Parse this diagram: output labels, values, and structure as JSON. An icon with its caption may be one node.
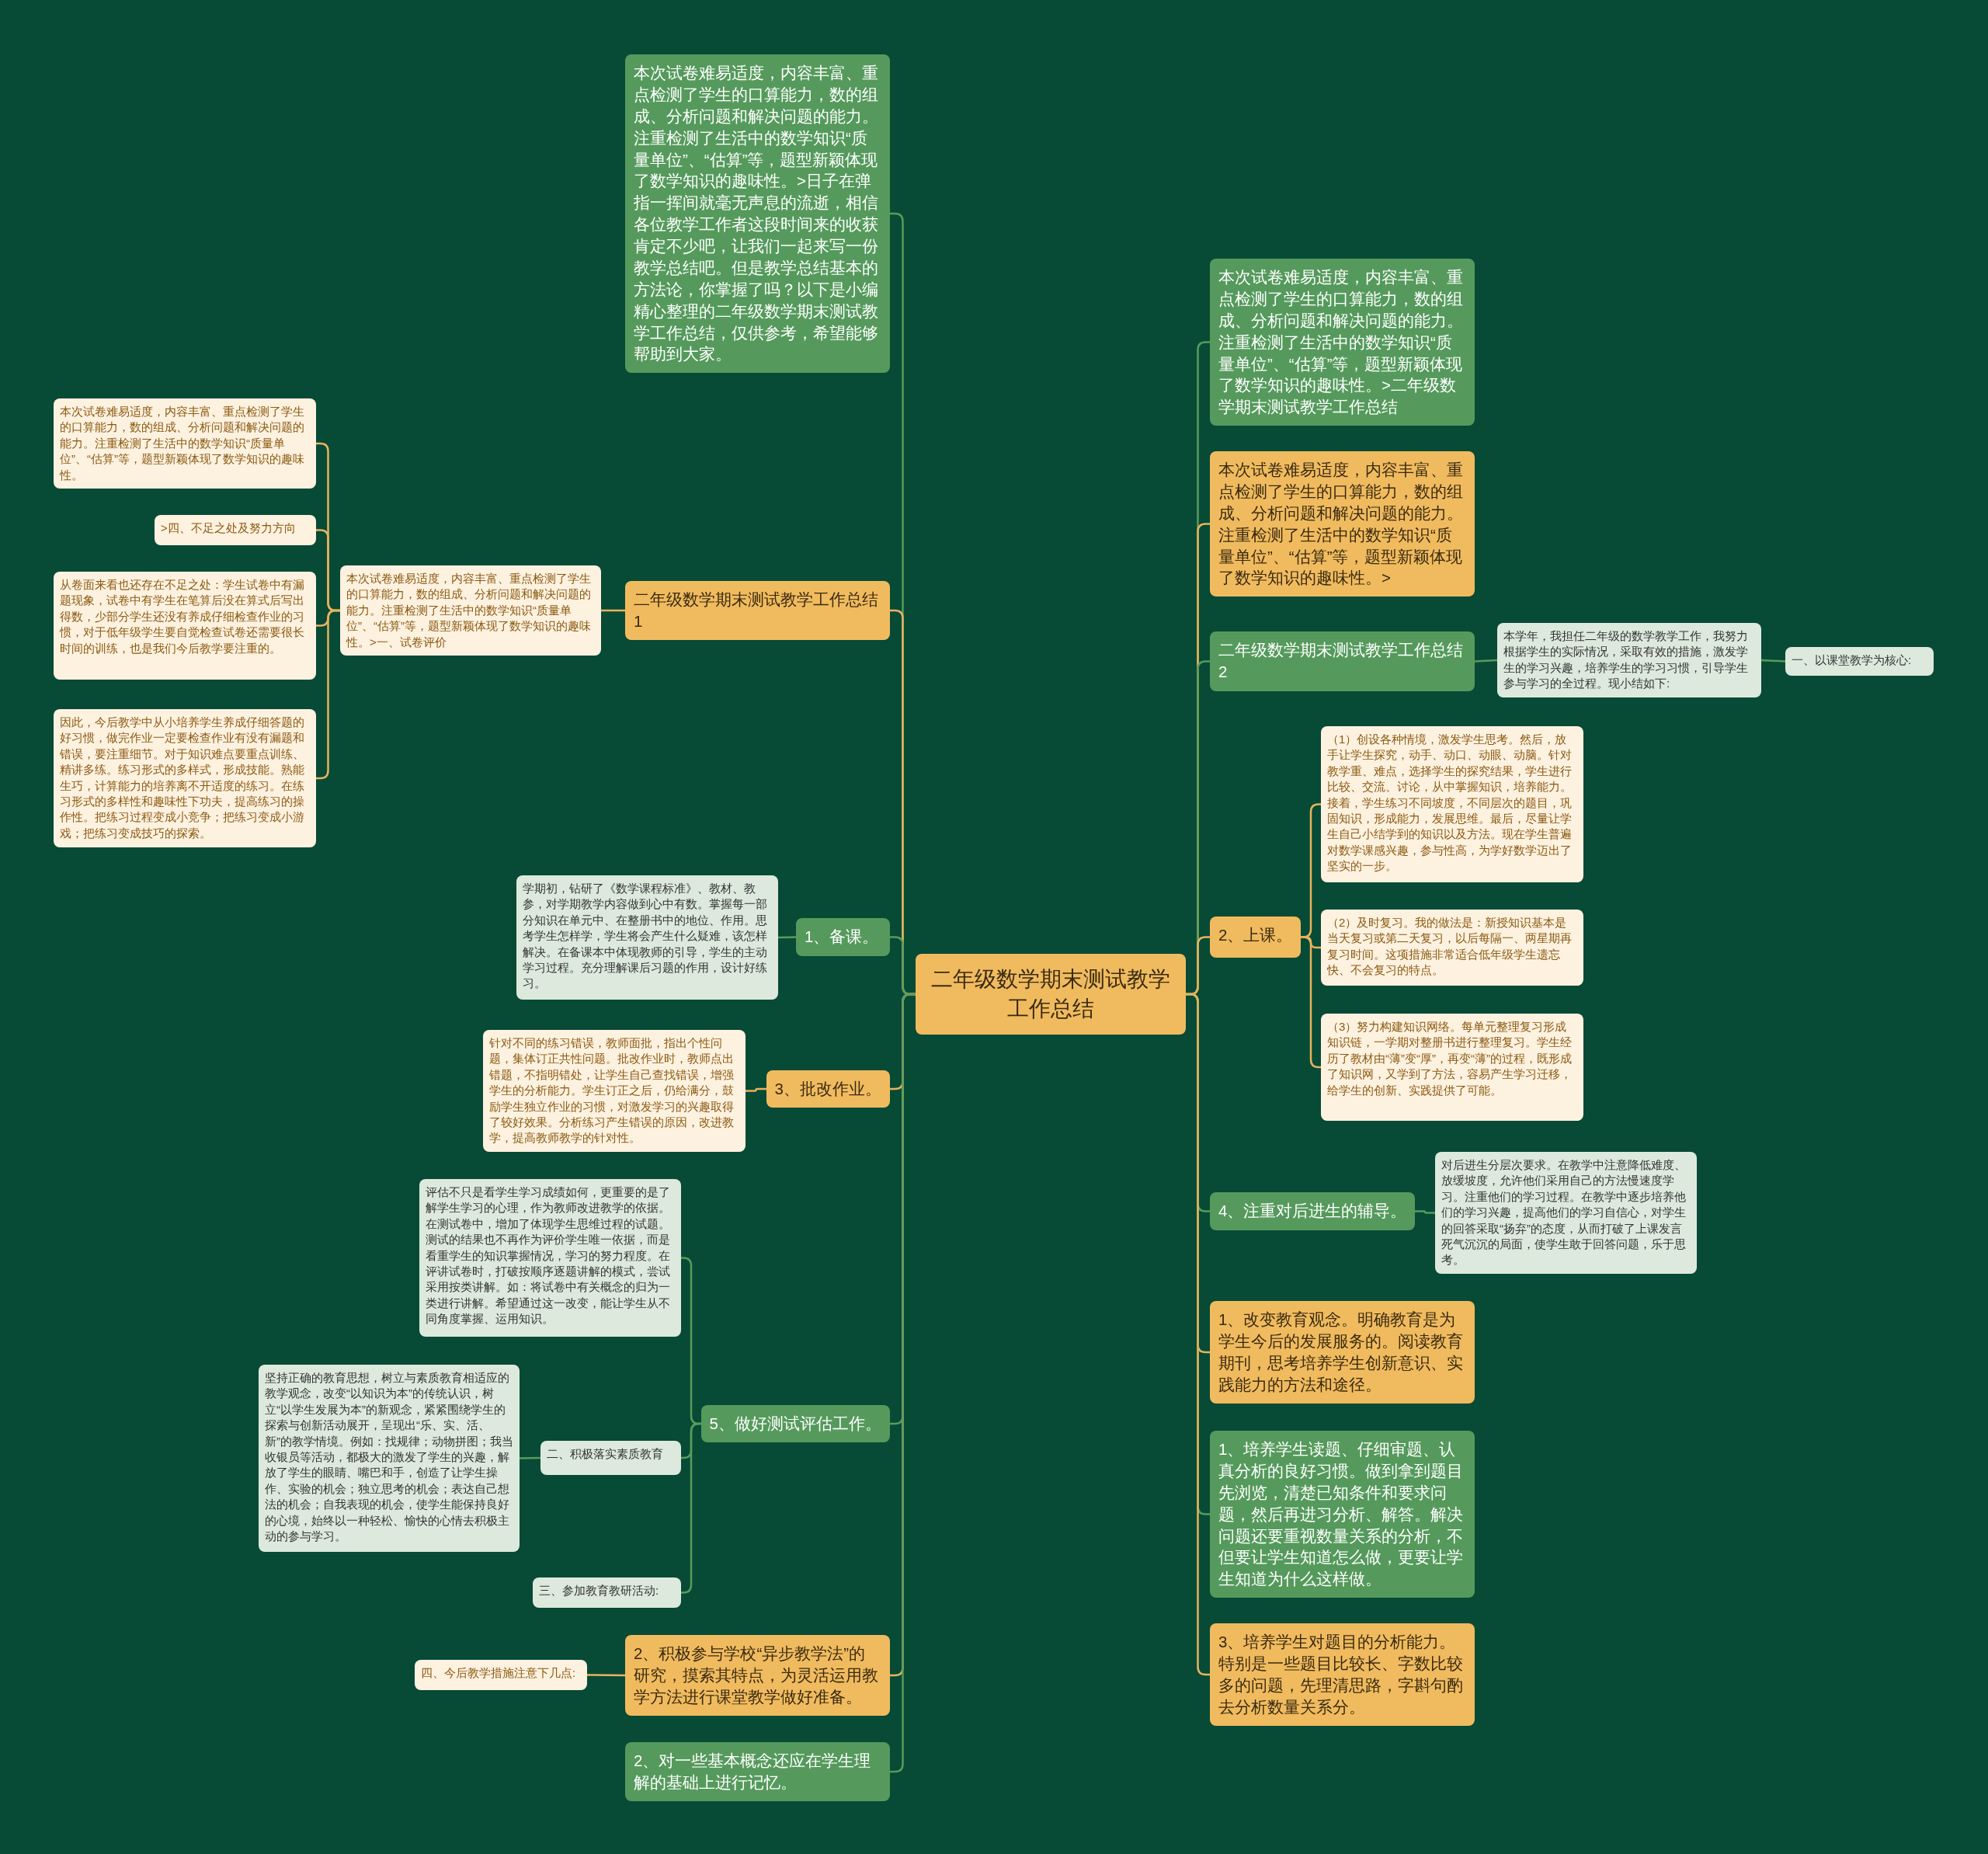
{
  "diagram": {
    "nodes": [
      {
        "text": [
          "二年级数学期末测试教学工作总结"
        ]
      },
      {
        "text": [
          "本次试卷难易适度，内容丰富、重点检测了学生的口算能力，数的组成、分析问题和解决问题的能力。注重检测了生活中的数学知识“质量单位”、“估算”等，题型新颖体现了数学知识的趣味性。>日子在弹指一挥间就毫无声息的流逝，相信各位教学工作者这段时间来的收获肯定不少吧，让我们一起来写一份教学总结吧。但是教学总结基本的方法论，你掌握了吗？以下是小编精心整理的二年级数学期末测试教学工作总结，仅供参考，希望能够帮助到大家。"
        ]
      },
      {
        "text": [
          "二年级数学期末测试教学工作总结1"
        ]
      },
      {
        "text": [
          "本次试卷难易适度，内容丰富、重点检测了学生的口算能力，数的组成、分析问题和解决问题的能力。注重检测了生活中的数学知识“质量单位”、“估算”等，题型新颖体现了数学知识的趣味性。>一、试卷评价"
        ]
      },
      {
        "text": [
          "本次试卷难易适度，内容丰富、重点检测了学生的口算能力，数的组成、分析问题和解决问题的能力。注重检测了生活中的数学知识“质量单位”、“估算”等，题型新颖体现了数学知识的趣味性。"
        ]
      },
      {
        "text": [
          ">四、不足之处及努力方向"
        ]
      },
      {
        "text": [
          "从卷面来看也还存在不足之处：学生试卷中有漏题现象，试卷中有学生在笔算后没在算式后写出得数，少部分学生还没有养成仔细检查作业的习惯，对于低年级学生要自觉检查试卷还需要很长时间的训练，也是我们今后教学要注重的。"
        ]
      },
      {
        "text": [
          "因此，今后教学中从小培养学生养成仔细答题的好习惯，做完作业一定要检查作业有没有漏题和错误，要注重细节。对于知识难点要重点训练、精讲多练。练习形式的多样式，形成技能。熟能生巧，计算能力的培养离不开适度的练习。在练习形式的多样性和趣味性下功夫，提高练习的操作性。把练习过程变成小竞争；把练习变成小游戏；把练习变成技巧的探索。"
        ]
      },
      {
        "text": [
          "1、备课。"
        ]
      },
      {
        "text": [
          "学期初，钻研了《数学课程标准》、教材、教参，对学期教学内容做到心中有数。掌握每一部分知识在单元中、在整册书中的地位、作用。思考学生怎样学，学生将会产生什么疑难，该怎样解决。在备课本中体现教师的引导，学生的主动学习过程。充分理解课后习题的作用，设计好练习。"
        ]
      },
      {
        "text": [
          "3、批改作业。"
        ]
      },
      {
        "text": [
          "针对不同的练习错误，教师面批，指出个性问题，集体订正共性问题。批改作业时，教师点出错题，不指明错处，让学生自己查找错误，增强学生的分析能力。学生订正之后，仍给满分，鼓励学生独立作业的习惯，对激发学习的兴趣取得了较好效果。分析练习产生错误的原因，改进教学，提高教师教学的针对性。"
        ]
      },
      {
        "text": [
          "5、做好测试评估工作。"
        ]
      },
      {
        "text": [
          "评估不只是看学生学习成绩如何，更重要的是了解学生学习的心理，作为教师改进教学的依据。在测试卷中，增加了体现学生思维过程的试题。测试的结果也不再作为评价学生唯一依据，而是看重学生的知识掌握情况，学习的努力程度。在评讲试卷时，打破按顺序逐题讲解的模式，尝试采用按类讲解。如：将试卷中有关概念的归为一类进行讲解。希望通过这一改变，能让学生从不同角度掌握、运用知识。"
        ]
      },
      {
        "text": [
          "二、积极落实素质教育"
        ]
      },
      {
        "text": [
          "坚持正确的教育思想，树立与素质教育相适应的教学观念，改变“以知识为本”的传统认识，树立“以学生发展为本”的新观念，紧紧围绕学生的探索与创新活动展开，呈现出“乐、实、活、新”的教学情境。例如：找规律；动物拼图；我当收银员等活动，都极大的激发了学生的兴趣，解放了学生的眼睛、嘴巴和手，创造了让学生操作、实验的机会；独立思考的机会；表达自己想法的机会；自我表现的机会，使学生能保持良好的心境，始终以一种轻松、愉快的心情去积极主动的参与学习。"
        ]
      },
      {
        "text": [
          "三、参加教育教研活动:"
        ]
      },
      {
        "text": [
          "2、积极参与学校“异步教学法”的研究，摸索其特点，为灵活运用教学方法进行课堂教学做好准备。"
        ]
      },
      {
        "text": [
          "四、今后教学措施注意下几点:"
        ]
      },
      {
        "text": [
          "2、对一些基本概念还应在学生理解的基础上进行记忆。"
        ]
      },
      {
        "text": [
          "本次试卷难易适度，内容丰富、重点检测了学生的口算能力，数的组成、分析问题和解决问题的能力。注重检测了生活中的数学知识“质量单位”、“估算”等，题型新颖体现了数学知识的趣味性。>二年级数学期末测试教学工作总结"
        ]
      },
      {
        "text": [
          "本次试卷难易适度，内容丰富、重点检测了学生的口算能力，数的组成、分析问题和解决问题的能力。注重检测了生活中的数学知识“质量单位”、“估算”等，题型新颖体现了数学知识的趣味性。>"
        ]
      },
      {
        "text": [
          "二年级数学期末测试教学工作总结2"
        ]
      },
      {
        "text": [
          "本学年，我担任二年级的数学教学工作，我努力根据学生的实际情况，采取有效的措施，激发学生的学习兴趣，培养学生的学习习惯，引导学生参与学习的全过程。现小结如下:"
        ]
      },
      {
        "text": [
          "一、以课堂教学为核心:"
        ]
      },
      {
        "text": [
          "2、上课。"
        ]
      },
      {
        "text": [
          "（1）创设各种情境，激发学生思考。然后，放手让学生探究，动手、动口、动眼、动脑。针对教学重、难点，选择学生的探究结果，学生进行比较、交流、讨论，从中掌握知识，培养能力。接着，学生练习不同坡度，不同层次的题目，巩固知识，形成能力，发展思维。最后，尽量让学生自己小结学到的知识以及方法。现在学生普遍对数学课感兴趣，参与性高，为学好数学迈出了坚实的一步。"
        ]
      },
      {
        "text": [
          "（2）及时复习。我的做法是：新授知识基本是当天复习或第二天复习，以后每隔一、两星期再复习时间。这项措施非常适合低年级学生遗忘快、不会复习的特点。"
        ]
      },
      {
        "text": [
          "（3）努力构建知识网络。每单元整理复习形成知识链，一学期对整册书进行整理复习。学生经历了教材由“薄”变“厚”，再变“薄”的过程，既形成了知识网，又学到了方法，容易产生学习迁移，给学生的创新、实践提供了可能。"
        ]
      },
      {
        "text": [
          "4、注重对后进生的辅导。"
        ]
      },
      {
        "text": [
          "对后进生分层次要求。在教学中注意降低难度、放缓坡度，允许他们采用自己的方法慢速度学习。注重他们的学习过程。在教学中逐步培养他们的学习兴趣，提高他们的学习自信心，对学生的回答采取“扬弃”的态度，从而打破了上课发言死气沉沉的局面，使学生敢于回答问题，乐于思考。"
        ]
      },
      {
        "text": [
          "1、改变教育观念。明确教育是为学生今后的发展服务的。阅读教育期刊，思考培养学生创新意识、实践能力的方法和途径。"
        ]
      },
      {
        "text": [
          "1、培养学生读题、仔细审题、认真分析的良好习惯。做到拿到题目先浏览，清楚已知条件和要求问题，然后再进习分析、解答。解决问题还要重视数量关系的分析，不但要让学生知道怎么做，更要让学生知道为什么这样做。"
        ]
      },
      {
        "text": [
          "3、培养学生对题目的分析能力。特别是一些题目比较长、字数比较多的问题，先理清思路，字斟句酌去分析数量关系分。"
        ]
      }
    ],
    "edges": [
      {
        "from": 0,
        "to": 1,
        "arrow": "none",
        "color": "#5a9a5c"
      },
      {
        "from": 0,
        "to": 2,
        "arrow": "none",
        "color": "#e8b35c"
      },
      {
        "from": 2,
        "to": 3,
        "arrow": "none",
        "color": "#e8b35c"
      },
      {
        "from": 3,
        "to": 4,
        "arrow": "none",
        "color": "#e8b35c"
      },
      {
        "from": 3,
        "to": 5,
        "arrow": "none",
        "color": "#e8b35c"
      },
      {
        "from": 3,
        "to": 6,
        "arrow": "none",
        "color": "#e8b35c"
      },
      {
        "from": 3,
        "to": 7,
        "arrow": "none",
        "color": "#e8b35c"
      },
      {
        "from": 0,
        "to": 8,
        "arrow": "none",
        "color": "#5a9a5c"
      },
      {
        "from": 8,
        "to": 9,
        "arrow": "none",
        "color": "#5a9a5c"
      },
      {
        "from": 0,
        "to": 10,
        "arrow": "none",
        "color": "#e8b35c"
      },
      {
        "from": 10,
        "to": 11,
        "arrow": "none",
        "color": "#e8b35c"
      },
      {
        "from": 0,
        "to": 12,
        "arrow": "none",
        "color": "#5a9a5c"
      },
      {
        "from": 12,
        "to": 13,
        "arrow": "none",
        "color": "#5a9a5c"
      },
      {
        "from": 12,
        "to": 14,
        "arrow": "none",
        "color": "#5a9a5c"
      },
      {
        "from": 14,
        "to": 15,
        "arrow": "none",
        "color": "#5a9a5c"
      },
      {
        "from": 12,
        "to": 16,
        "arrow": "none",
        "color": "#5a9a5c"
      },
      {
        "from": 0,
        "to": 17,
        "arrow": "none",
        "color": "#e8b35c"
      },
      {
        "from": 17,
        "to": 18,
        "arrow": "none",
        "color": "#e8b35c"
      },
      {
        "from": 0,
        "to": 19,
        "arrow": "none",
        "color": "#5a9a5c"
      },
      {
        "from": 0,
        "to": 20,
        "arrow": "none",
        "color": "#5a9a5c"
      },
      {
        "from": 0,
        "to": 21,
        "arrow": "none",
        "color": "#e8b35c"
      },
      {
        "from": 0,
        "to": 22,
        "arrow": "none",
        "color": "#5a9a5c"
      },
      {
        "from": 22,
        "to": 23,
        "arrow": "none",
        "color": "#5a9a5c"
      },
      {
        "from": 23,
        "to": 24,
        "arrow": "none",
        "color": "#5a9a5c"
      },
      {
        "from": 0,
        "to": 25,
        "arrow": "none",
        "color": "#e8b35c"
      },
      {
        "from": 25,
        "to": 26,
        "arrow": "none",
        "color": "#e8b35c"
      },
      {
        "from": 25,
        "to": 27,
        "arrow": "none",
        "color": "#e8b35c"
      },
      {
        "from": 25,
        "to": 28,
        "arrow": "none",
        "color": "#e8b35c"
      },
      {
        "from": 0,
        "to": 29,
        "arrow": "none",
        "color": "#5a9a5c"
      },
      {
        "from": 29,
        "to": 30,
        "arrow": "none",
        "color": "#5a9a5c"
      },
      {
        "from": 0,
        "to": 31,
        "arrow": "none",
        "color": "#e8b35c"
      },
      {
        "from": 0,
        "to": 32,
        "arrow": "none",
        "color": "#5a9a5c"
      },
      {
        "from": 0,
        "to": 33,
        "arrow": "none",
        "color": "#e8b35c"
      }
    ]
  }
}
